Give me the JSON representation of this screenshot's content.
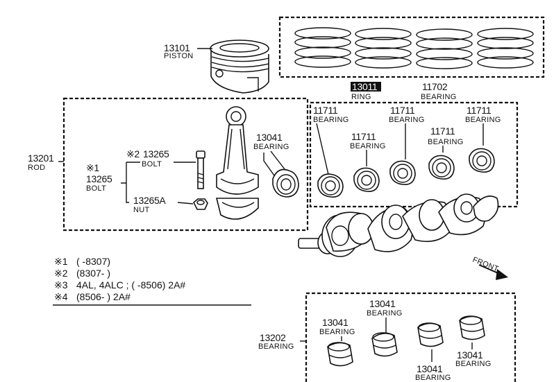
{
  "parts": {
    "piston": {
      "number": "13101",
      "label": "PISTON"
    },
    "ring": {
      "number": "13011",
      "label": "RING"
    },
    "ring_bearing": {
      "number": "11702",
      "label": "BEARING"
    },
    "rod": {
      "number": "13201",
      "label": "ROD"
    },
    "bolt_upper": {
      "mark": "※2",
      "number": "13265",
      "label": "BOLT"
    },
    "bolt_lower": {
      "mark": "※1",
      "number": "13265",
      "label": "BOLT"
    },
    "nut": {
      "number": "13265A",
      "label": "NUT"
    },
    "rod_bearing": {
      "number": "13041",
      "label": "BEARING"
    },
    "main_bearings": [
      {
        "number": "11711",
        "label": "BEARING"
      },
      {
        "number": "11711",
        "label": "BEARING"
      },
      {
        "number": "11711",
        "label": "BEARING"
      },
      {
        "number": "11711",
        "label": "BEARING"
      },
      {
        "number": "11711",
        "label": "BEARING"
      }
    ],
    "front": "FRONT",
    "lower_group": {
      "number": "13202",
      "label": "BEARING"
    },
    "lower_bearings": [
      {
        "number": "13041",
        "label": "BEARING"
      },
      {
        "number": "13041",
        "label": "BEARING"
      },
      {
        "number": "13041",
        "label": "BEARING"
      },
      {
        "number": "13041",
        "label": "BEARING"
      }
    ]
  },
  "notes": [
    {
      "mark": "※1",
      "text": "(        -8307)"
    },
    {
      "mark": "※2",
      "text": "(8307-        )"
    },
    {
      "mark": "※3",
      "text": "4AL, 4ALC ; (        -8506) 2A#"
    },
    {
      "mark": "※4",
      "text": "(8506-          ) 2A#"
    }
  ]
}
